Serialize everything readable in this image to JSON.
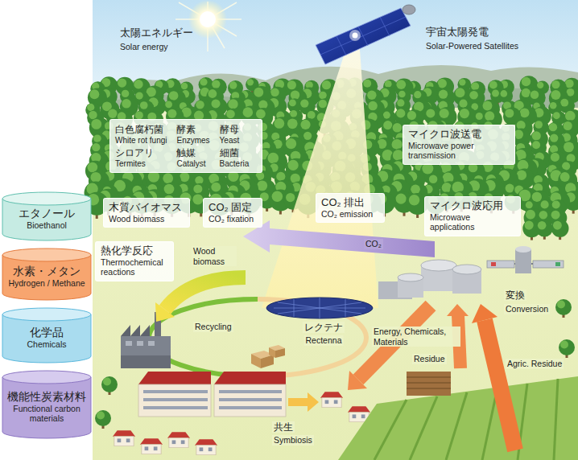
{
  "diagram": {
    "nodes": [
      {
        "text": [
          "白色腐朽菌",
          "White rot fungi",
          "酵素",
          "Enzymes",
          "酵母",
          "Yeast",
          "シロアリ",
          "Termites",
          "触媒",
          "Catalyst",
          "細菌",
          "Bacteria"
        ]
      },
      {
        "text": [
          "木質バイオマス",
          "Wood biomass"
        ]
      },
      {
        "text": [
          "CO₂ 固定",
          "CO₂ fixation"
        ]
      },
      {
        "text": [
          "CO₂ 排出",
          "CO₂ emission"
        ]
      },
      {
        "text": [
          "マイクロ波送電",
          "Microwave power transmission"
        ]
      },
      {
        "text": [
          "マイクロ波応用",
          "Microwave applications"
        ]
      },
      {
        "text": [
          "熱化学反応",
          "Thermochemical reactions"
        ]
      },
      {
        "text": [
          "エタノール",
          "Bioethanol"
        ]
      },
      {
        "text": [
          "水素・メタン",
          "Hydrogen / Methane"
        ]
      },
      {
        "text": [
          "化学品",
          "Chemicals"
        ]
      },
      {
        "text": [
          "機能性炭素材料",
          "Functional carbon materials"
        ]
      }
    ],
    "labels": [
      "太陽エネルギー",
      "Solar energy",
      "宇宙太陽発電",
      "Solar-Powered Satellites",
      "CO₂",
      "Wood biomass",
      "Recycling",
      "レクテナ",
      "Rectenna",
      "Energy, Chemicals, Materials",
      "Residue",
      "変換",
      "Conversion",
      "Agric. Residue",
      "共生",
      "Symbiosis"
    ]
  }
}
